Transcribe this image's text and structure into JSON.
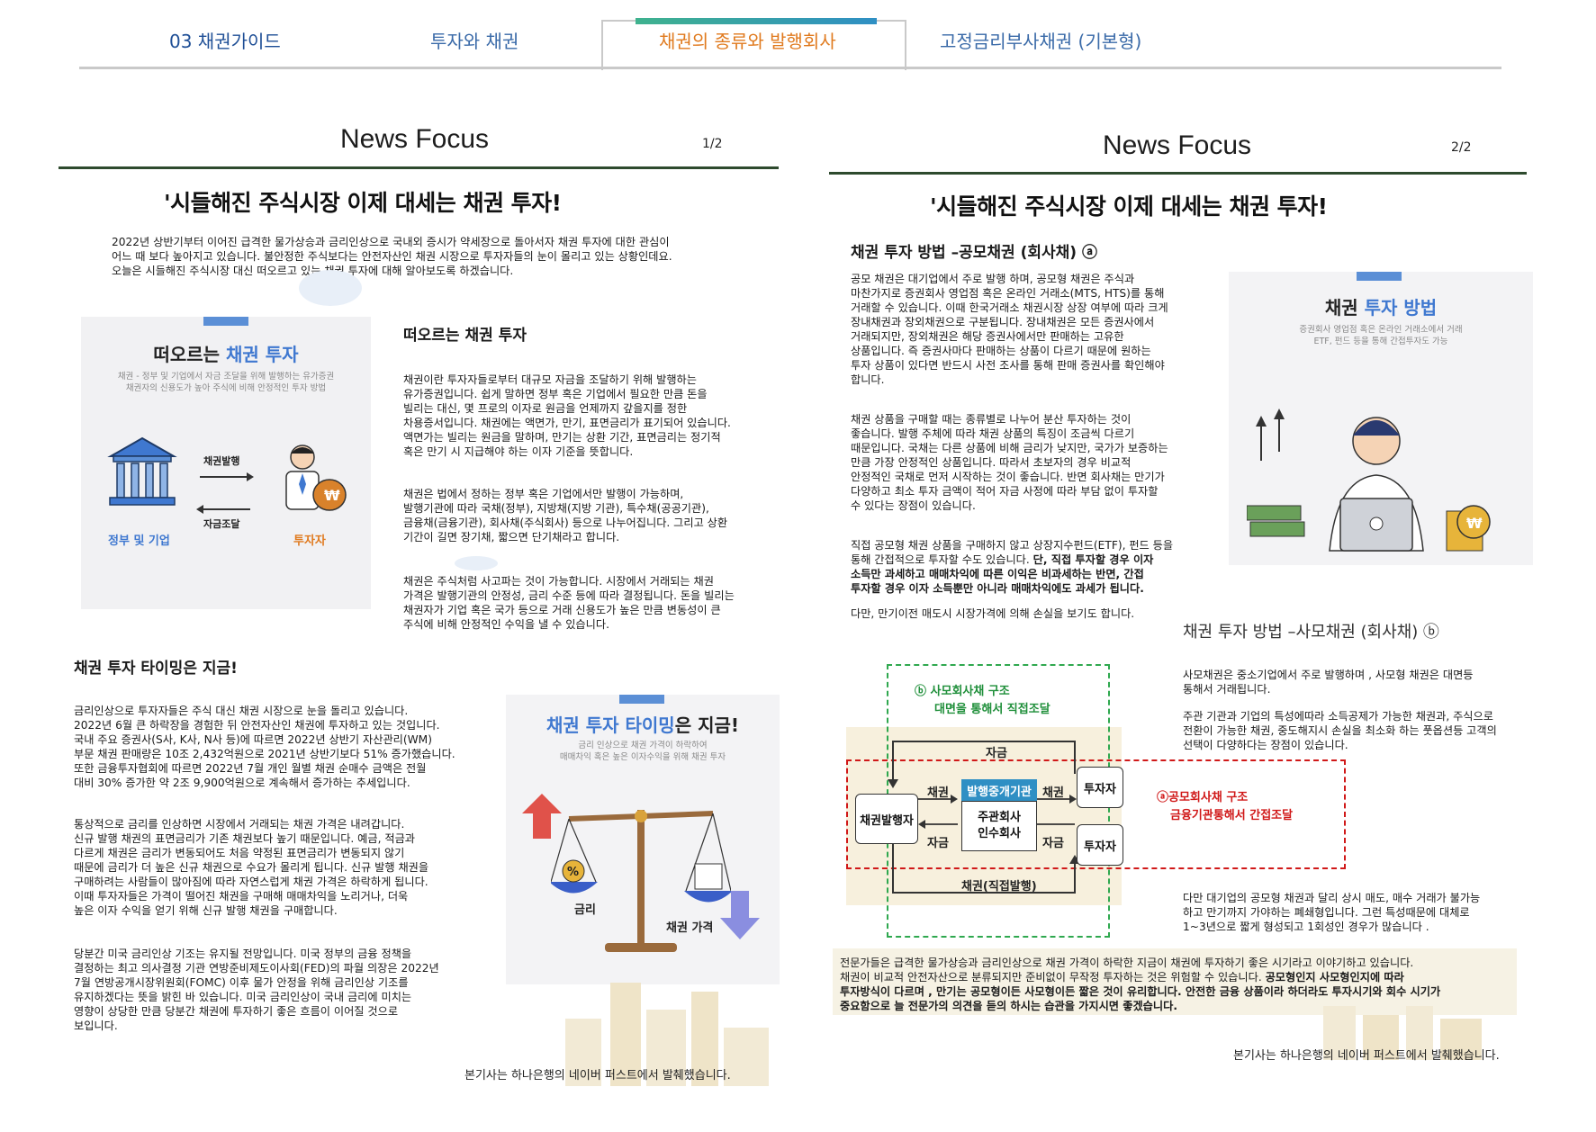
{
  "header": {
    "tabs": [
      "03  채권가이드",
      "투자와 채권",
      "채권의 종류와 발행회사",
      "고정금리부사채권 (기본형)"
    ]
  },
  "left": {
    "title": "News Focus",
    "page": "1/2",
    "headline": "'시들해진 주식시장 이제 대세는 채권 투자!",
    "intro": "2022년 상반기부터 이어진 급격한 물가상승과 금리인상으로 국내외 증시가 약세장으로 돌아서자 채권 투자에 대한 관심이\n어느 때 보다 높아지고 있습니다. 불안정한 주식보다는 안전자산인 채권 시장으로 투자자들의 눈이 몰리고 있는 상황인데요.\n오늘은 시들해진 주식시장 대신 떠오르고 있는 채권 투자에 대해 알아보도록 하겠습니다.",
    "illus1": {
      "title_a": "떠오르는 ",
      "title_b": "채권 투자",
      "sub": "채권 - 정부 및 기업에서 자금 조달을 위해 발행하는 유가증권\n채권자의 신용도가 높아 주식에 비해 안정적인 투자 방법",
      "arrow1": "채권발행",
      "arrow2": "자금조달",
      "left_label": "정부 및 기업",
      "right_label": "투자자"
    },
    "sec1": "떠오르는 채권 투자",
    "p1": "채권이란 투자자들로부터 대규모 자금을 조달하기 위해 발행하는\n유가증권입니다. 쉽게 말하면 정부 혹은 기업에서 필요한 만큼 돈을\n빌리는 대신, 몇 프로의 이자로 원금을 언제까지 갚을지를 정한\n차용증서입니다. 채권에는 액면가, 만기, 표면금리가 표기되어 있습니다.\n액면가는 빌리는 원금을 말하며, 만기는 상환 기간, 표면금리는 정기적\n혹은 만기 시 지급해야 하는 이자 기준을 뜻합니다.",
    "p2": "채권은 법에서 정하는 정부 혹은 기업에서만 발행이 가능하며,\n발행기관에 따라 국채(정부), 지방채(지방 기관), 특수채(공공기관),\n금융채(금융기관), 회사채(주식회사) 등으로 나누어집니다. 그리고 상환\n기간이 길면 장기채, 짧으면 단기채라고 합니다.",
    "p3": "채권은 주식처럼 사고파는 것이 가능합니다. 시장에서 거래되는 채권\n가격은 발행기관의 안정성, 금리 수준 등에 따라 결정됩니다. 돈을 빌리는\n채권자가 기업 혹은 국가 등으로 거래 신용도가 높은 만큼 변동성이 큰\n주식에 비해 안정적인 수익을 낼 수 있습니다.",
    "sec2": "채권 투자 타이밍은 지금!",
    "p4": "금리인상으로 투자자들은 주식 대신 채권 시장으로 눈을 돌리고 있습니다.\n2022년 6월 큰 하락장을 경험한 뒤 안전자산인 채권에 투자하고 있는 것입니다.\n국내 주요 증권사(S사, K사, N사 등)에 따르면 2022년 상반기 자산관리(WM)\n부문 채권 판매량은 10조 2,432억원으로 2021년 상반기보다 51% 증가했습니다.\n또한 금융투자협회에 따르면 2022년 7월 개인 월별 채권 순매수 금액은 전월\n대비 30% 증가한 약 2조 9,900억원으로 계속해서 증가하는 추세입니다.",
    "p5": "통상적으로 금리를 인상하면 시장에서 거래되는 채권 가격은 내려갑니다.\n신규 발행 채권의 표면금리가 기존 채권보다 높기 때문입니다. 예금, 적금과\n다르게 채권은 금리가 변동되어도 처음 약정된 표면금리가 변동되지 않기\n때문에 금리가 더 높은 신규 채권으로 수요가 몰리게 됩니다. 신규 발행 채권을\n구매하려는 사람들이 많아짐에 따라 자연스럽게 채권 가격은 하락하게 됩니다.\n이때 투자자들은 가격이 떨어진 채권을 구매해 매매차익을 노리거나, 더욱\n높은 이자 수익을 얻기 위해 신규 발행 채권을 구매합니다.",
    "p6": "당분간 미국 금리인상 기조는 유지될 전망입니다. 미국 정부의 금융 정책을\n결정하는 최고 의사결정 기관 연방준비제도이사회(FED)의 파월 의장은 2022년\n7월 연방공개시장위원회(FOMC) 이후 물가 안정을 위해 금리인상 기조를\n유지하겠다는 뜻을 밝힌 바 있습니다. 미국 금리인상이 국내 금리에 미치는\n영향이 상당한 만큼 당분간 채권에 투자하기 좋은 흐름이 이어질 것으로\n보입니다.",
    "illus2": {
      "title_a": "채권 투자 타이밍",
      "title_b": "은 지금!",
      "sub": "금리 인상으로 채권 가격이 하락하여\n매매차익 혹은 높은 이자수익을 위해 채권 투자",
      "pct": "%",
      "left_label": "금리",
      "right_label": "채권 가격"
    },
    "credit": "본기사는 하나은행의 네이버 퍼스트에서 발췌했습니다."
  },
  "right": {
    "title": "News Focus",
    "page": "2/2",
    "headline": "'시들해진 주식시장 이제 대세는 채권 투자!",
    "sec1": "채권 투자 방법 –공모채권 (회사채) ⓐ",
    "p1": "공모 채권은 대기업에서 주로 발행 하며, 공모형 채권은 주식과\n마찬가지로 증권회사 영업점 혹은 온라인 거래소(MTS, HTS)를 통해\n거래할 수 있습니다. 이때 한국거래소 채권시장 상장 여부에 따라 크게\n장내채권과 장외채권으로 구분됩니다. 장내채권은 모든 증권사에서\n거래되지만, 장외채권은 해당 증권사에서만 판매하는 고유한\n상품입니다. 즉 증권사마다 판매하는 상품이 다르기 때문에 원하는\n투자 상품이 있다면 반드시 사전 조사를 통해 판매 증권사를 확인해야\n합니다.",
    "p2": "채권 상품을 구매할 때는 종류별로 나누어 분산 투자하는 것이\n좋습니다. 발행 주체에 따라 채권 상품의 특징이 조금씩 다르기\n때문입니다. 국채는 다른 상품에 비해 금리가 낮지만, 국가가 보증하는\n만큼 가장 안정적인 상품입니다. 따라서 초보자의 경우 비교적\n안정적인 국채로 먼저 시작하는 것이 좋습니다. 반면 회사채는 만기가\n다양하고 최소 투자 금액이 적어 자금 사정에 따라 부담 없이 투자할\n수 있다는 장점이 있습니다.",
    "p3a": "직접 공모형 채권 상품을 구매하지 않고 상장지수펀드(ETF), 펀드 등을\n통해 간접적으로 투자할 수도 있습니다. ",
    "p3b": "단, 직접 투자할 경우 이자\n소득만 과세하고 매매차익에 따른 이익은 비과세하는 반면, 간접\n투자할 경우 이자 소득뿐만 아니라 매매차익에도 과세가 됩니다.",
    "p4": "다만, 만기이전 매도시 시장가격에 의해 손실을 보기도 합니다.",
    "illus3": {
      "title_a": "채권 ",
      "title_b": "투자 방법",
      "sub": "증권회사 영업점 혹은 온라인 거래소에서 거래\nETF, 펀드 등을 통해 간접투자도 가능"
    },
    "sec2": "채권 투자 방법 –사모채권 (회사채) ⓑ",
    "p5": "사모채권은 중소기업에서 주로 발행하며 , 사모형 채권은 대면등\n통해서 거래됩니다.",
    "p6": "주관 기관과 기업의 특성에따라 소득공제가 가능한 채권과, 주식으로\n전환이 가능한 채권, 중도해지시 손실을 최소화 하는 풋옵션등 고객의\n선택이 다양하다는 장점이 있습니다.",
    "p7": "다만 대기업의 공모형 채권과 달리 상시 매도, 매수 거래가 불가능\n하고 만기까지 가야하는 폐쇄형입니다. 그런 특성때문에 대체로\n1~3년으로 짧게 형성되고 1회성인 경우가 많습니다 .",
    "diagram": {
      "g_label_1": "ⓑ  사모회사채 구조",
      "g_label_2": "대면을 통해서 직접조달",
      "r_label_1": "ⓐ공모회사채 구조",
      "r_label_2": "금융기관통해서 간접조달",
      "issuer": "채권발행자",
      "agency_top": "발행중개기관",
      "agency_bottom": "주관회사\n인수회사",
      "investor1": "투자자",
      "investor2": "투자자",
      "funds_top": "자금",
      "bond1": "채권",
      "bond2": "채권",
      "funds1": "자금",
      "funds2": "자금",
      "direct": "채권(직접발행)"
    },
    "bottom_a": "전문가들은 급격한 물가상승과 금리인상으로 채권 가격이 하락한 지금이 채권에 투자하기 좋은 시기라고 이야기하고 있습니다.\n채권이 비교적 안전자산으로 분류되지만 준비없이 무작정 투자하는 것은 위험할 수 있습니다. ",
    "bottom_b": "공모형인지 사모형인지에 따라\n투자방식이 다르며 , 만기는 공모형이든 사모형이든 짧은 것이 유리합니다. 안전한 금융 상품이라 하더라도 투자시기와 회수 시기가\n중요함으로 늘 전문가의 의견을 듣의 하시는 습관을 가지시면 좋겠습니다.",
    "credit": "본기사는 하나은행의 네이버 퍼스트에서 발췌했습니다."
  },
  "colors": {
    "accent_blue": "#3f78d0",
    "accent_orange": "#e07a1e",
    "green": "#1f8f3a",
    "red": "#d01818"
  }
}
